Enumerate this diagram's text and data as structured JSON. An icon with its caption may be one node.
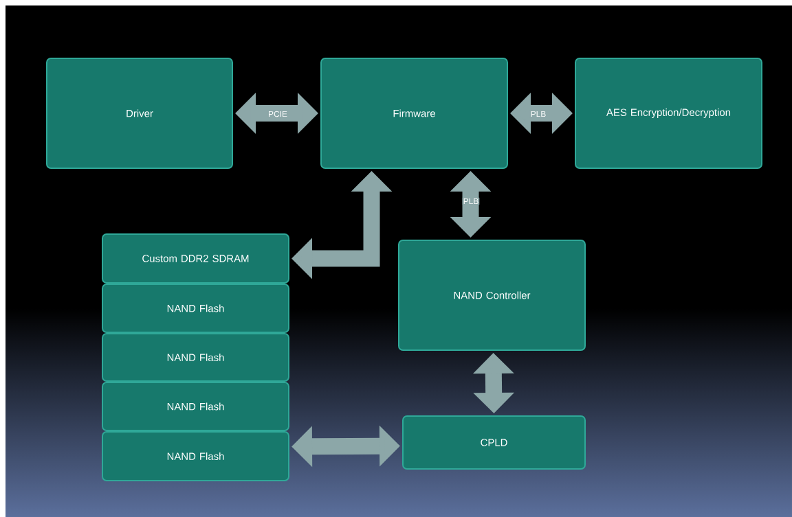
{
  "diagram": {
    "nodes": [
      {
        "text": [
          "Driver"
        ]
      },
      {
        "text": [
          "Firmware"
        ]
      },
      {
        "text": [
          "AES Encryption/Decryption"
        ]
      },
      {
        "text": [
          "Custom DDR2 SDRAM"
        ]
      },
      {
        "text": [
          "NAND Flash"
        ]
      },
      {
        "text": [
          "NAND Flash"
        ]
      },
      {
        "text": [
          "NAND Flash"
        ]
      },
      {
        "text": [
          "NAND Flash"
        ]
      },
      {
        "text": [
          "NAND Controller"
        ]
      },
      {
        "text": [
          "CPLD"
        ]
      }
    ],
    "edges": [
      {
        "from": 0,
        "to": 1,
        "arrow": "both",
        "label": "PCIE"
      },
      {
        "from": 1,
        "to": 2,
        "arrow": "both",
        "label": "PLB"
      },
      {
        "from": 1,
        "to": 3,
        "arrow": "both"
      },
      {
        "from": 1,
        "to": 8,
        "arrow": "both",
        "label": "PLB"
      },
      {
        "from": 8,
        "to": 9,
        "arrow": "both"
      },
      {
        "from": 7,
        "to": 9,
        "arrow": "both"
      }
    ]
  }
}
